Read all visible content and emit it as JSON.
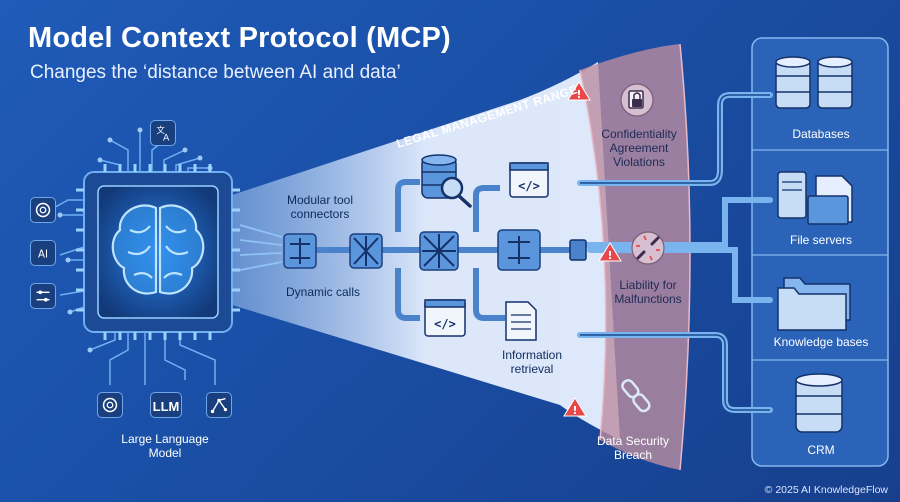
{
  "title": "Model Context Protocol (MCP)",
  "subtitle": "Changes the ‘distance between AI and data’",
  "legal_range": "LEGAL MANAGEMENT RANGE",
  "llm": {
    "label_line1": "Large Language",
    "label_line2": "Model",
    "chip_label": "LLM"
  },
  "connectors": {
    "modular_line1": "Modular tool",
    "modular_line2": "connectors",
    "dynamic": "Dynamic calls",
    "info_line1": "Information",
    "info_line2": "retrieval"
  },
  "risks": {
    "confidentiality": [
      "Confidentiality",
      "Agreement",
      "Violations"
    ],
    "liability": [
      "Liability for",
      "Malfunctions"
    ],
    "breach": [
      "Data Security",
      "Breach"
    ]
  },
  "data_sources": {
    "databases": "Databases",
    "file_servers": "File servers",
    "knowledge_bases": "Knowledge bases",
    "crm": "CRM"
  },
  "copyright": "© 2025 AI KnowledgeFlow",
  "colors": {
    "background": "#1f5bb8",
    "cone": "#dbe8fb",
    "band": "#b98a9e",
    "warning": "#e8484a",
    "pipe": "#7ab4ee",
    "panel": "#2a63b8"
  },
  "icons": [
    "translate-icon",
    "openai-icon",
    "ai-icon",
    "sliders-icon",
    "neural-icon",
    "brain-icon",
    "database-icon",
    "search-icon",
    "code-icon",
    "document-icon",
    "lock-icon",
    "broken-link-icon",
    "broken-chain-icon",
    "file-icon",
    "folder-icon",
    "warning-icon"
  ]
}
